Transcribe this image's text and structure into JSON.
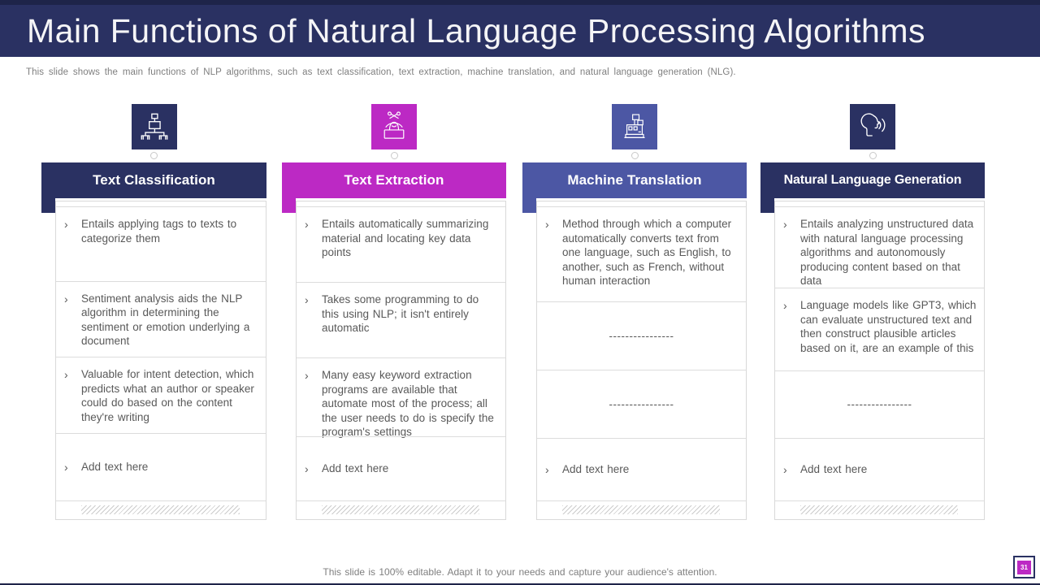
{
  "slide": {
    "title": "Main Functions of Natural Language Processing Algorithms",
    "subtitle": "This slide shows the main functions of NLP algorithms, such as text classification, text extraction, machine translation, and natural language generation (NLG).",
    "footer": "This slide is 100% editable. Adapt it to your needs and capture your audience's attention.",
    "page_number": "31"
  },
  "ui": {
    "bullet_char": "›"
  },
  "colors": {
    "navy": "#2a3162",
    "magenta": "#bc29c4",
    "blue": "#4c57a4",
    "body_text": "#595959",
    "muted_text": "#7f7f7f",
    "divider": "#dcdcdc"
  },
  "columns": [
    {
      "title": "Text Classification",
      "icon": "hierarchy-icon",
      "accent": "#2a3162",
      "items": [
        {
          "type": "bullet",
          "text": "Entails applying tags to texts to categorize them"
        },
        {
          "type": "bullet",
          "text": "Sentiment analysis aids the NLP algorithm in determining the sentiment or emotion underlying a document"
        },
        {
          "type": "bullet",
          "text": "Valuable for intent detection, which predicts what an author or speaker could do based on the content they're writing"
        },
        {
          "type": "placeholder",
          "text": "Add text here"
        }
      ]
    },
    {
      "title": "Text Extraction",
      "icon": "tooth-extraction-icon",
      "accent": "#bc29c4",
      "items": [
        {
          "type": "bullet",
          "text": "Entails automatically summarizing material and locating key data points"
        },
        {
          "type": "bullet",
          "text": "Takes some programming to do this using NLP; it isn't entirely automatic"
        },
        {
          "type": "bullet",
          "text": "Many easy keyword extraction programs are available that automate most of the process; all the user needs to do is specify the program's settings"
        },
        {
          "type": "placeholder",
          "text": "Add text here"
        }
      ]
    },
    {
      "title": "Machine Translation",
      "icon": "translation-machine-icon",
      "accent": "#4c57a4",
      "items": [
        {
          "type": "bullet",
          "text": "Method through which a computer automatically converts text from one language, such as English, to another, such as French, without human interaction"
        },
        {
          "type": "dashes",
          "text": "----------------"
        },
        {
          "type": "dashes",
          "text": "----------------"
        },
        {
          "type": "placeholder",
          "text": "Add text here"
        }
      ]
    },
    {
      "title": "Natural Language Generation",
      "icon": "speaking-head-icon",
      "accent": "#2a3162",
      "items": [
        {
          "type": "bullet",
          "text": "Entails analyzing unstructured data with natural language processing algorithms and autonomously producing content based on that data"
        },
        {
          "type": "bullet",
          "text": "Language models like GPT3, which can evaluate unstructured text and then construct plausible articles based on it, are an example of this"
        },
        {
          "type": "dashes",
          "text": "----------------"
        },
        {
          "type": "placeholder",
          "text": "Add text here"
        }
      ]
    }
  ]
}
